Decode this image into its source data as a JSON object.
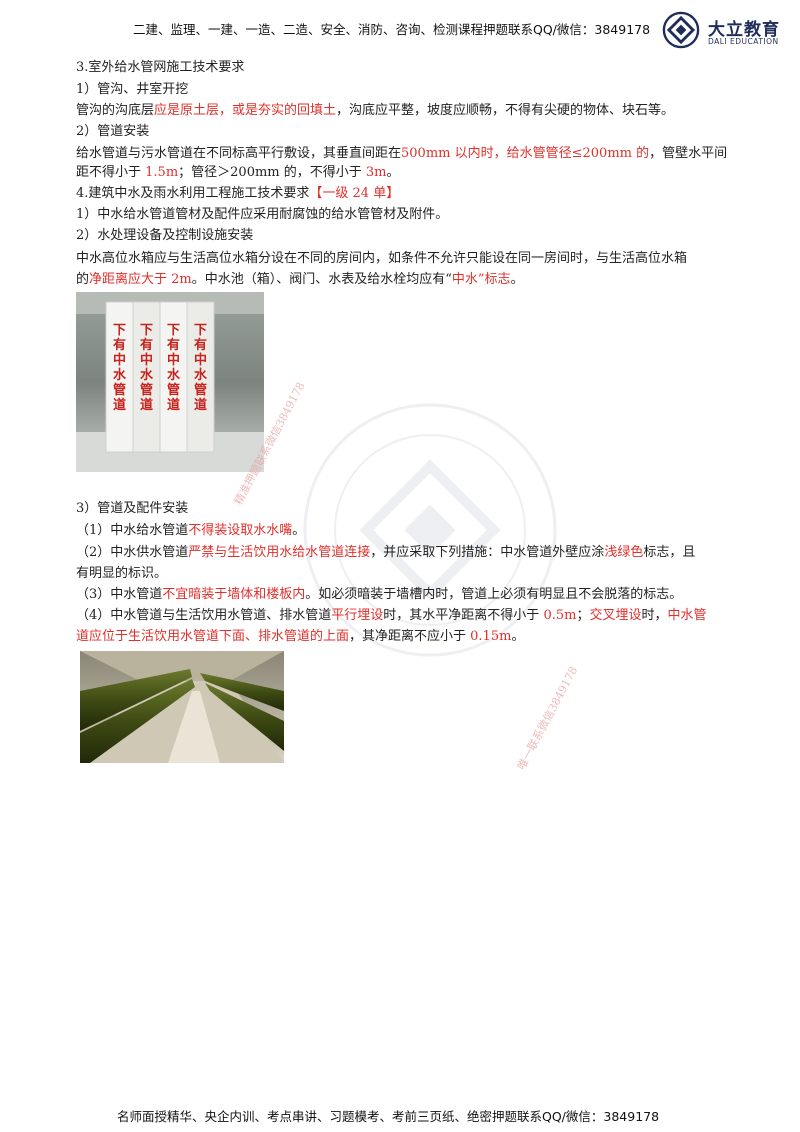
{
  "header": {
    "promo": "二建、监理、一建、一造、二造、安全、消防、咨询、检测课程押题联系QQ/微信：3849178",
    "logo_cn": "大立教育",
    "logo_en": "DALI EDUCATION"
  },
  "content": {
    "s3_title": "3.室外给水管网施工技术要求",
    "s3_1_title": "1）管沟、井室开挖",
    "s3_1_p_a": "管沟的沟底层",
    "s3_1_p_b": "应是原土层，或是夯实的回填土",
    "s3_1_p_c": "，沟底应平整，坡度应顺畅，不得有尖硬的物体、块石等。",
    "s3_2_title": "2）管道安装",
    "s3_2_l1_a": "给水管道与污水管道在不同标高平行敷设，其垂直间距在",
    "s3_2_l1_b": "500mm 以内时，给水管管径≤200mm 的",
    "s3_2_l1_c": "，管壁水平间",
    "s3_2_l2_a": "距不得小于 ",
    "s3_2_l2_b": "1.5m",
    "s3_2_l2_c": "；管径＞200mm 的，不得小于 ",
    "s3_2_l2_d": "3m",
    "s3_2_l2_e": "。",
    "s4_title_a": "4.建筑中水及雨水利用工程施工技术要求",
    "s4_title_b": "【一级 24 单】",
    "s4_1": "1）中水给水管道管材及配件应采用耐腐蚀的给水管管材及附件。",
    "s4_2_title": "2）水处理设备及控制设施安装",
    "s4_2_l1": "中水高位水箱应与生活高位水箱分设在不同的房间内，如条件不允许只能设在同一房间时，与生活高位水箱",
    "s4_2_l2_a": "的",
    "s4_2_l2_b": "净距离应大于 2m",
    "s4_2_l2_c": "。中水池（箱）、阀门、水表及给水栓均应有“",
    "s4_2_l2_d": "中水”标志",
    "s4_2_l2_e": "。",
    "s4_3_title": "3）管道及配件安装",
    "i1_a": "（1）中水给水管道",
    "i1_b": "不得装设取水水嘴",
    "i1_c": "。",
    "i2_a": "（2）中水供水管道",
    "i2_b": "严禁与生活饮用水给水管道连接",
    "i2_c": "，并应采取下列措施：中水管道外壁应涂",
    "i2_d": "浅绿色",
    "i2_e": "标志，且",
    "i2_l2": "有明显的标识。",
    "i3_a": "（3）中水管道",
    "i3_b": "不宜暗装于墙体和楼板内",
    "i3_c": "。如必须暗装于墙槽内时，管道上必须有明显且不会脱落的标志。",
    "i4_a": "（4）中水管道与生活饮用水管道、排水管道",
    "i4_b": "平行埋设",
    "i4_c": "时，其水平净距离不得小于 ",
    "i4_d": "0.5m",
    "i4_e": "；",
    "i4_f": "交叉埋设",
    "i4_g": "时，",
    "i4_h": "中水管",
    "i4_l2_a": "道应位于生活饮用水管道下面、排水管道的上面",
    "i4_l2_b": "，其净距离不应小于 ",
    "i4_l2_c": "0.15m",
    "i4_l2_d": "。"
  },
  "photo1": {
    "marker_text": "下有中水管道"
  },
  "watermarks": {
    "wm1": "精准押题联系微信3849178",
    "wm2": "唯一联系微信3849178"
  },
  "footer": {
    "text": "名师面授精华、央企内训、考点串讲、习题模考、考前三页纸、绝密押题联系QQ/微信：3849178"
  },
  "colors": {
    "highlight": "#e0302b",
    "brand": "#1f2d5a"
  }
}
